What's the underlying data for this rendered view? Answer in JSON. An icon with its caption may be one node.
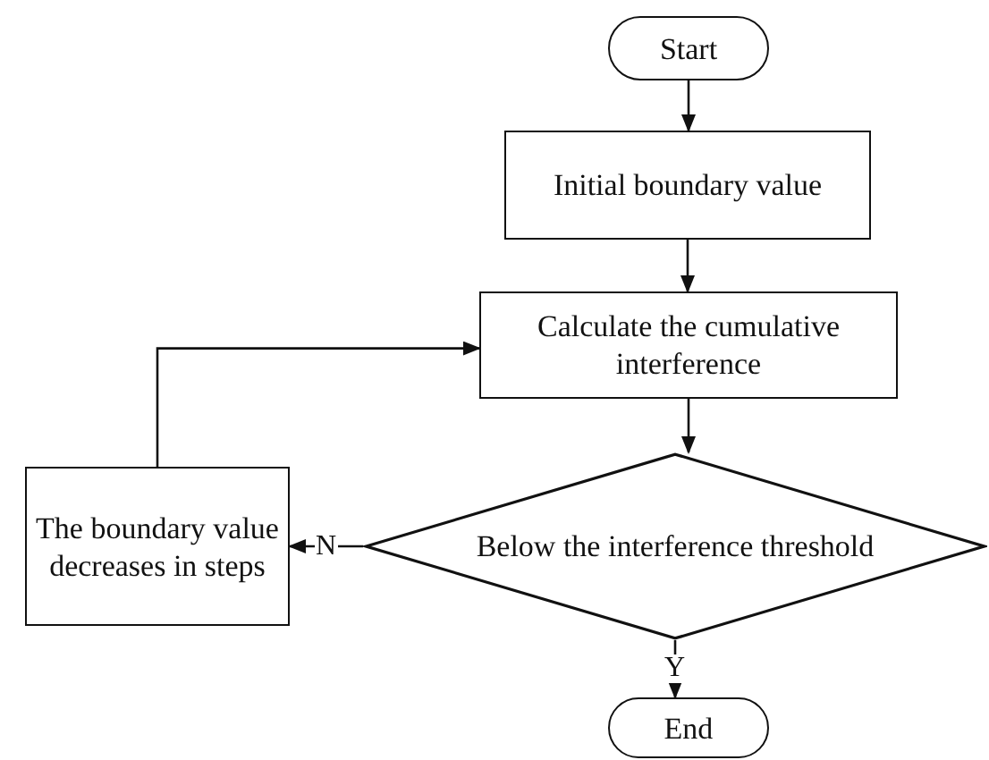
{
  "diagram": {
    "nodes": [
      {
        "text": [
          "Start"
        ]
      },
      {
        "text": [
          "Initial boundary value"
        ]
      },
      {
        "text": [
          "Calculate the cumulative interference"
        ]
      },
      {
        "text": [
          "Below the interference threshold"
        ]
      },
      {
        "text": [
          "The boundary value decreases in steps"
        ]
      },
      {
        "text": [
          "End"
        ]
      }
    ],
    "edges": [
      {
        "from": 0,
        "to": 1,
        "arrow": "to"
      },
      {
        "from": 1,
        "to": 2,
        "arrow": "to"
      },
      {
        "from": 2,
        "to": 3,
        "arrow": "to"
      },
      {
        "from": 3,
        "to": 4,
        "label": "N",
        "arrow": "to"
      },
      {
        "from": 4,
        "to": 2,
        "arrow": "to"
      },
      {
        "from": 3,
        "to": 5,
        "label": "Y",
        "arrow": "to"
      }
    ]
  }
}
